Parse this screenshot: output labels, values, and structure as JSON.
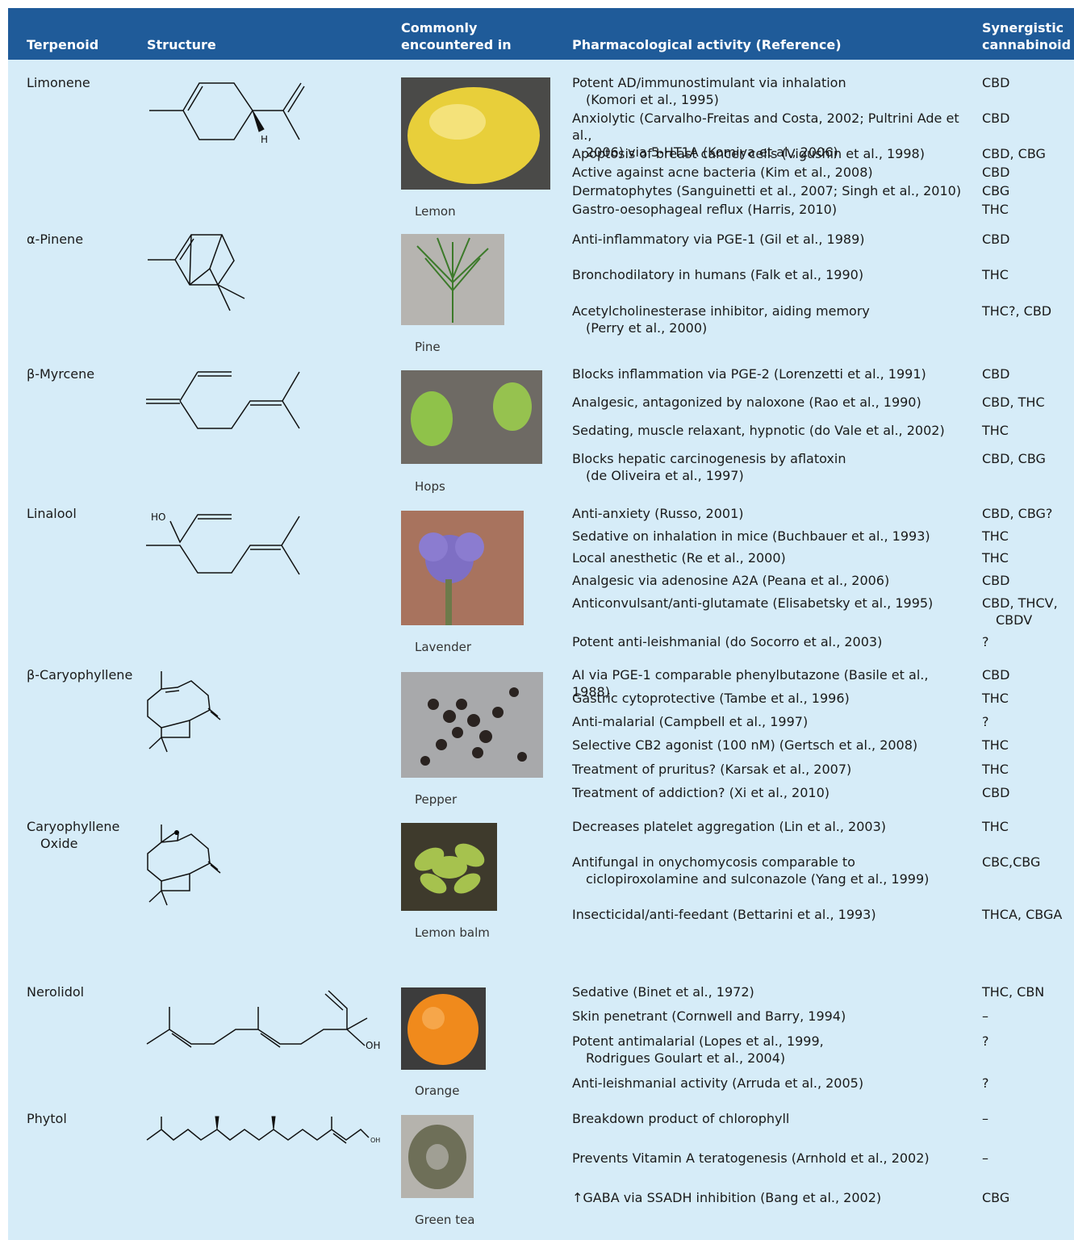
{
  "header": {
    "col_terpenoid": "Terpenoid",
    "col_structure": "Structure",
    "col_common_1": "Commonly",
    "col_common_2": "encountered in",
    "col_activity": "Pharmacological activity (Reference)",
    "col_synergy_1": "Synergistic",
    "col_synergy_2": "cannabinoid"
  },
  "colors": {
    "header_bg": "#1f5b99",
    "table_bg": "#d6ecf8",
    "header_text": "#ffffff"
  },
  "rows": [
    {
      "name": "Limonene",
      "source": "Lemon",
      "activities": [
        {
          "l1": "Potent AD/immunostimulant via inhalation",
          "l2": "(Komori et al., 1995)",
          "cann": "CBD"
        },
        {
          "l1": "Anxiolytic (Carvalho-Freitas and Costa, 2002; Pultrini Ade et al.,",
          "l2": "2006) via 5-HT1A (Komiya et al., 2006)",
          "cann": "CBD"
        },
        {
          "l1": "Apoptosis of breast cancer cells (Vigushin et al., 1998)",
          "cann": "CBD, CBG"
        },
        {
          "l1": "Active against acne bacteria (Kim et al., 2008)",
          "cann": "CBD"
        },
        {
          "l1": "Dermatophytes (Sanguinetti et al., 2007; Singh et al., 2010)",
          "cann": "CBG"
        },
        {
          "l1": "Gastro-oesophageal reflux (Harris, 2010)",
          "cann": "THC"
        }
      ]
    },
    {
      "name": "α-Pinene",
      "source": "Pine",
      "activities": [
        {
          "l1": "Anti-inflammatory via PGE-1 (Gil et al., 1989)",
          "cann": "CBD"
        },
        {
          "l1": "Bronchodilatory in humans (Falk et al., 1990)",
          "cann": "THC"
        },
        {
          "l1": "Acetylcholinesterase inhibitor, aiding memory",
          "l2": "(Perry et al., 2000)",
          "cann": "THC?, CBD"
        }
      ]
    },
    {
      "name": "β-Myrcene",
      "source": "Hops",
      "activities": [
        {
          "l1": "Blocks inflammation via PGE-2 (Lorenzetti et al., 1991)",
          "cann": "CBD"
        },
        {
          "l1": "Analgesic, antagonized by naloxone (Rao et al., 1990)",
          "cann": "CBD, THC"
        },
        {
          "l1": "Sedating, muscle relaxant, hypnotic (do Vale et al., 2002)",
          "cann": "THC"
        },
        {
          "l1": "Blocks hepatic carcinogenesis by aflatoxin",
          "l2": "(de Oliveira et al., 1997)",
          "cann": "CBD, CBG"
        }
      ]
    },
    {
      "name": "Linalool",
      "source": "Lavender",
      "structure_label": "HO",
      "activities": [
        {
          "l1": "Anti-anxiety (Russo, 2001)",
          "cann": "CBD, CBG?"
        },
        {
          "l1": "Sedative on inhalation in mice (Buchbauer et al., 1993)",
          "cann": "THC"
        },
        {
          "l1": "Local anesthetic (Re et al., 2000)",
          "cann": "THC"
        },
        {
          "l1": "Analgesic via adenosine A2A (Peana et al., 2006)",
          "cann": "CBD"
        },
        {
          "l1": "Anticonvulsant/anti-glutamate (Elisabetsky et al., 1995)",
          "cann": "CBD, THCV,",
          "cann2": "CBDV"
        },
        {
          "l1": "Potent anti-leishmanial (do Socorro et al., 2003)",
          "cann": "?"
        }
      ]
    },
    {
      "name": "β-Caryophyllene",
      "source": "Pepper",
      "activities": [
        {
          "l1": "AI via PGE-1 comparable phenylbutazone (Basile et al., 1988)",
          "cann": "CBD"
        },
        {
          "l1": "Gastric cytoprotective (Tambe et al., 1996)",
          "cann": "THC"
        },
        {
          "l1": "Anti-malarial (Campbell et al., 1997)",
          "cann": "?"
        },
        {
          "l1": "Selective CB2 agonist (100 nM) (Gertsch et al., 2008)",
          "cann": "THC"
        },
        {
          "l1": "Treatment of pruritus? (Karsak et al., 2007)",
          "cann": "THC"
        },
        {
          "l1": "Treatment of addiction? (Xi et al., 2010)",
          "cann": "CBD"
        }
      ]
    },
    {
      "name": "Caryophyllene",
      "name2": "Oxide",
      "source": "Lemon balm",
      "activities": [
        {
          "l1": "Decreases platelet aggregation (Lin et al., 2003)",
          "cann": "THC"
        },
        {
          "l1": "Antifungal in onychomycosis comparable to",
          "l2": "ciclopiroxolamine and sulconazole (Yang et al., 1999)",
          "cann": "CBC,CBG"
        },
        {
          "l1": "Insecticidal/anti-feedant (Bettarini et al., 1993)",
          "cann": "THCA, CBGA"
        }
      ]
    },
    {
      "name": "Nerolidol",
      "source": "Orange",
      "structure_label": "OH",
      "activities": [
        {
          "l1": "Sedative (Binet et al., 1972)",
          "cann": "THC, CBN"
        },
        {
          "l1": "Skin penetrant (Cornwell and Barry, 1994)",
          "cann": "–"
        },
        {
          "l1": "Potent antimalarial (Lopes et al., 1999,",
          "l2": "Rodrigues Goulart et al., 2004)",
          "cann": "?"
        },
        {
          "l1": "Anti-leishmanial activity (Arruda et al., 2005)",
          "cann": "?"
        }
      ]
    },
    {
      "name": "Phytol",
      "source": "Green tea",
      "structure_label": "OH",
      "activities": [
        {
          "l1": "Breakdown product of chlorophyll",
          "cann": "–"
        },
        {
          "l1": "Prevents Vitamin A teratogenesis (Arnhold et al., 2002)",
          "cann": "–"
        },
        {
          "l1": "↑GABA via SSADH inhibition (Bang et al., 2002)",
          "cann": "CBG"
        }
      ]
    }
  ]
}
